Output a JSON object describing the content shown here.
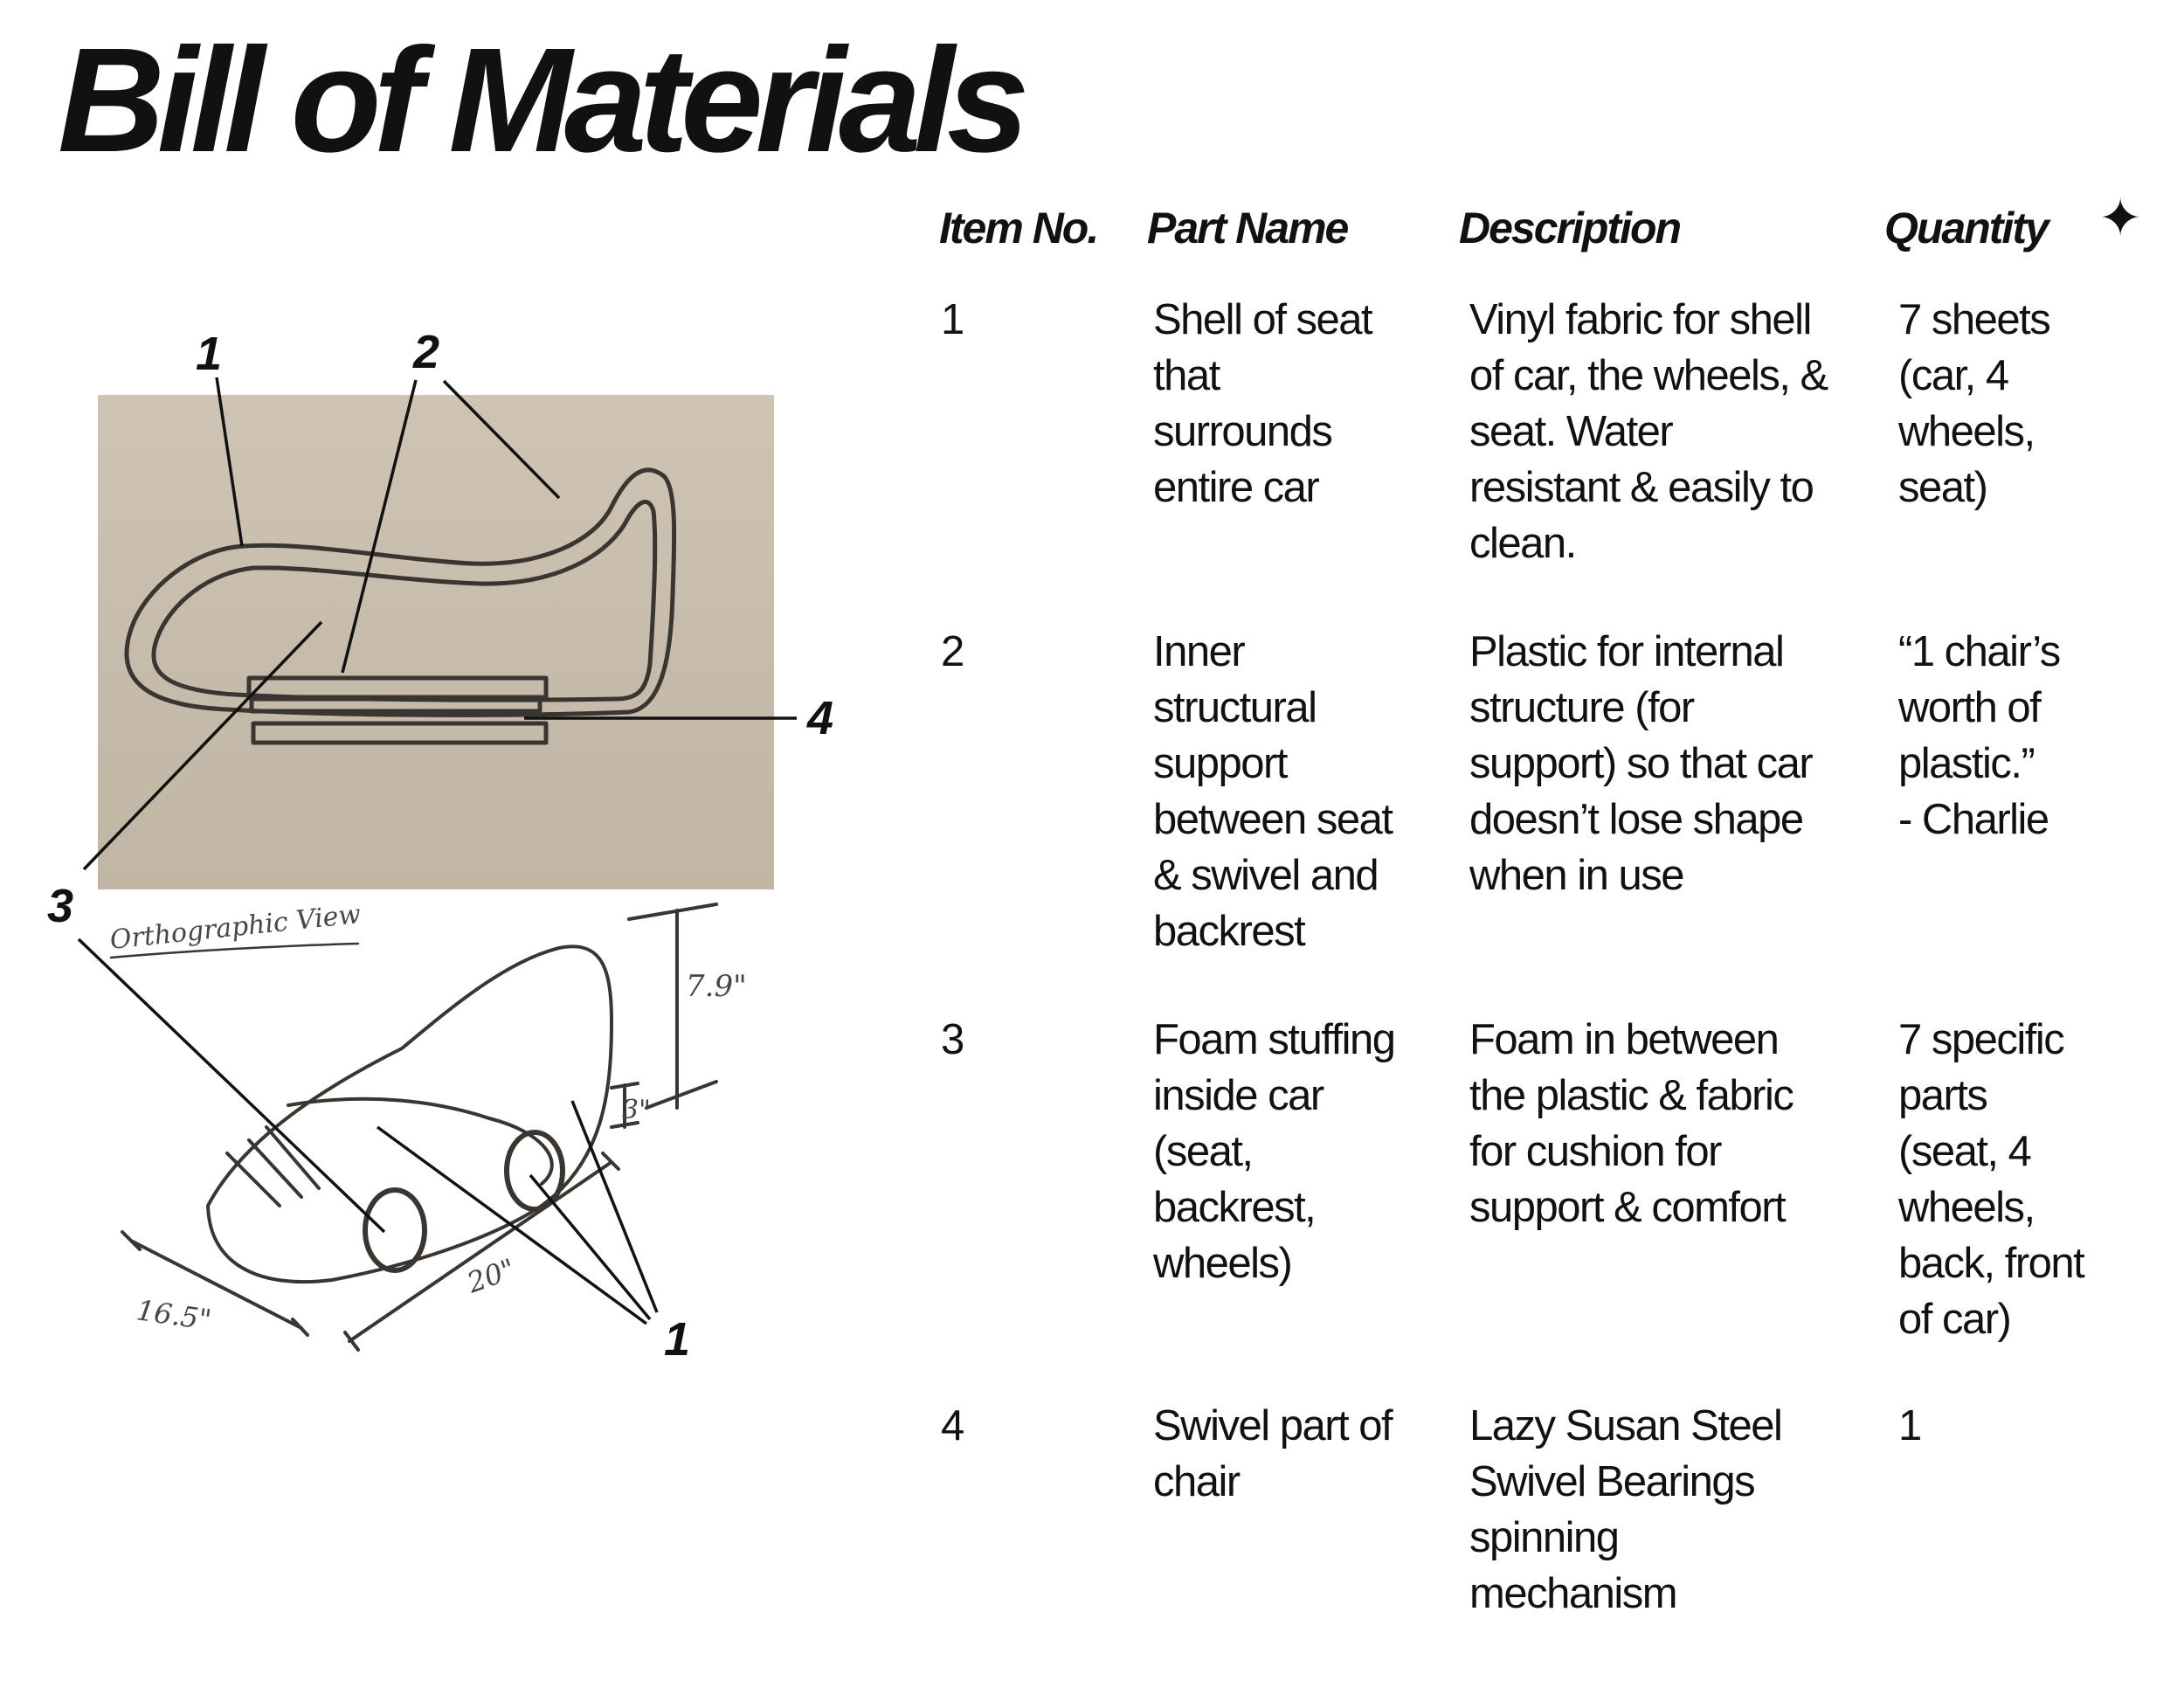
{
  "page": {
    "title": "Bill of Materials"
  },
  "table": {
    "headers": {
      "item": "Item No.",
      "part": "Part Name",
      "desc": "Description",
      "qty": "Quantity"
    },
    "rows": [
      {
        "item": "1",
        "part": "Shell of seat\nthat\nsurrounds\nentire car",
        "desc": "Vinyl fabric for shell\nof car, the wheels, &\nseat. Water\nresistant & easily to\nclean.",
        "qty": "7 sheets\n(car, 4\nwheels,\nseat)"
      },
      {
        "item": "2",
        "part": "Inner\nstructural\nsupport\nbetween seat\n& swivel and\nbackrest",
        "desc": "Plastic for internal\nstructure (for\nsupport) so that car\ndoesn’t lose shape\nwhen in use",
        "qty": "“1 chair’s\nworth of\nplastic.”\n- Charlie"
      },
      {
        "item": "3",
        "part": "Foam stuffing\ninside car\n(seat,\nbackrest,\nwheels)",
        "desc": "Foam in between\nthe plastic & fabric\nfor cushion for\nsupport & comfort",
        "qty": "7 specific\nparts\n(seat, 4\nwheels,\nback, front\nof car)"
      },
      {
        "item": "4",
        "part": "Swivel part of\nchair",
        "desc": "Lazy Susan Steel\nSwivel Bearings\nspinning\nmechanism",
        "qty": "1"
      }
    ]
  },
  "callouts": {
    "top_1": "1",
    "top_2": "2",
    "top_4": "4",
    "mid_3": "3",
    "bottom_1": "1"
  },
  "sketch": {
    "view_label": "Orthographic View",
    "dim_height": "7.9\"",
    "dim_wheel": "3\"",
    "dim_length": "20\"",
    "dim_width": "16.5\""
  },
  "decor": {
    "icon": "sparkle-icon"
  }
}
